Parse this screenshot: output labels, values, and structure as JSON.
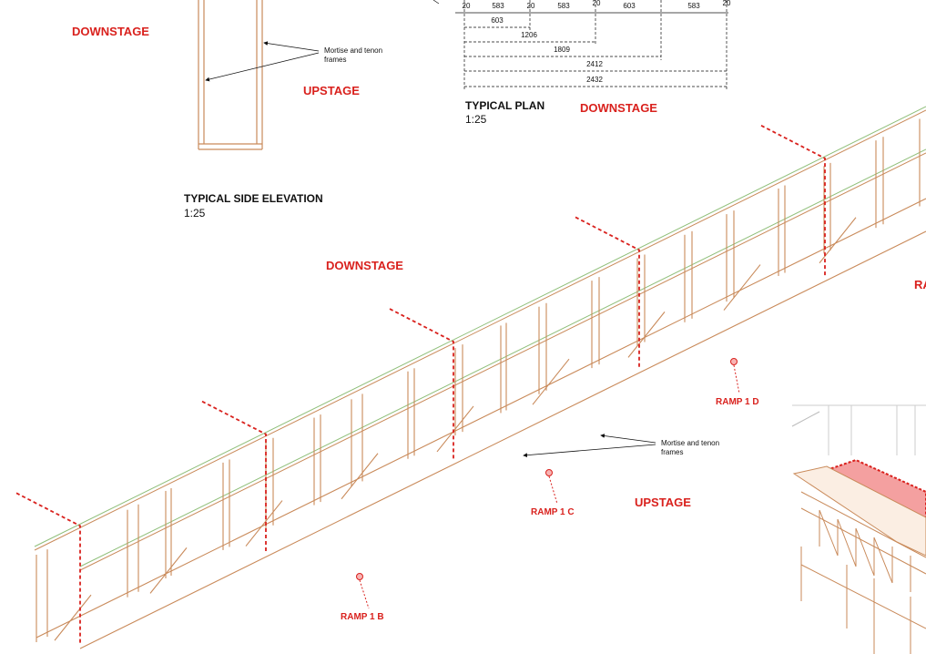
{
  "side_elevation": {
    "title": "TYPICAL SIDE ELEVATION",
    "scale": "1:25",
    "downstage": "DOWNSTAGE",
    "upstage": "UPSTAGE",
    "note_line1": "Mortise and tenon",
    "note_line2": "frames"
  },
  "plan": {
    "title": "TYPICAL PLAN",
    "scale": "1:25",
    "downstage": "DOWNSTAGE",
    "dims_top": [
      "20",
      "583",
      "20",
      "583",
      "20",
      "603",
      "583",
      "20"
    ],
    "dims_running": [
      "603",
      "1206",
      "1809",
      "2412",
      "2432"
    ]
  },
  "isometric": {
    "downstage": "DOWNSTAGE",
    "upstage": "UPSTAGE",
    "note_line1": "Mortise and tenon",
    "note_line2": "frames",
    "ramps": [
      "RAMP 1 B",
      "RAMP 1 C",
      "RAMP 1 D"
    ],
    "clipped_label": "RA"
  },
  "colors": {
    "timber": "#c98a5a",
    "accent_red": "#d9211d",
    "deck_green": "#8fbf7a",
    "highlight_fill": "#f4a0a0"
  }
}
